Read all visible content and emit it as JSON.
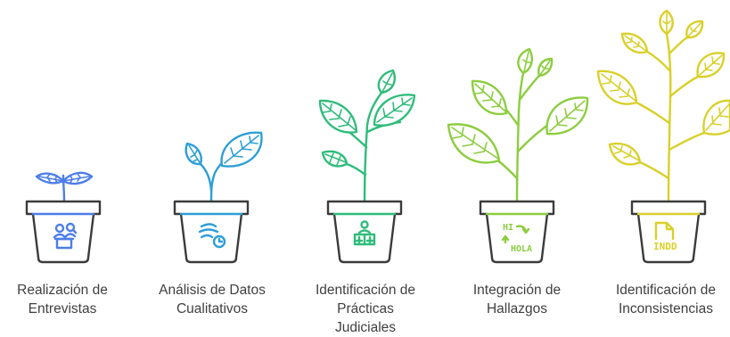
{
  "steps": [
    {
      "id": "realizacion-entrevistas",
      "label_lines": [
        "Realización de",
        "Entrevistas"
      ],
      "color": "#4d7ee8",
      "pot_icon": "interview-people-icon",
      "pot_text": ""
    },
    {
      "id": "analisis-datos",
      "label_lines": [
        "Análisis de Datos",
        "Cualitativos"
      ],
      "color": "#2e9fd6",
      "pot_icon": "wind-clock-icon",
      "pot_text": ""
    },
    {
      "id": "identificacion-practicas",
      "label_lines": [
        "Identificación de",
        "Prácticas",
        "Judiciales"
      ],
      "color": "#2fbc7b",
      "pot_icon": "judge-scales-icon",
      "pot_text": ""
    },
    {
      "id": "integracion-hallazgos",
      "label_lines": [
        "Integración de",
        "Hallazgos"
      ],
      "color": "#8ccd3f",
      "pot_icon": "translation-icon",
      "pot_text": "HI HOLA"
    },
    {
      "id": "identificacion-inconsistencias",
      "label_lines": [
        "Identificación de",
        "Inconsistencias"
      ],
      "color": "#d9d02a",
      "pot_icon": "indd-file-icon",
      "pot_text": "INDD"
    }
  ]
}
